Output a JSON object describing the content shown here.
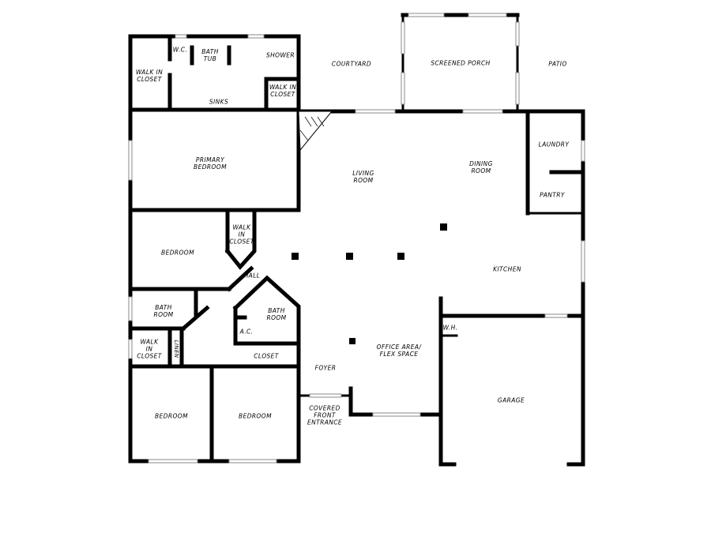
{
  "rooms": {
    "walk_in_closet_1": "WALK IN\nCLOSET",
    "wc": "W.C.",
    "bath_tub": "BATH\nTUB",
    "shower": "SHOWER",
    "walk_in_closet_2": "WALK IN\nCLOSET",
    "sinks": "SINKS",
    "courtyard": "COURTYARD",
    "screened_porch": "SCREENED PORCH",
    "patio": "PATIO",
    "primary_bedroom": "PRIMARY\nBEDROOM",
    "living_room": "LIVING\nROOM",
    "dining_room": "DINING\nROOM",
    "laundry": "LAUNDRY",
    "pantry": "PANTRY",
    "walk_in_closet_3": "WALK\nIN\nCLOSET",
    "bedroom_1": "BEDROOM",
    "hall": "HALL",
    "kitchen": "KITCHEN",
    "bath_room_1": "BATH\nROOM",
    "bath_room_2": "BATH\nROOM",
    "ac": "A.C.",
    "wh": "W.H.",
    "walk_in_closet_4": "WALK\nIN\nCLOSET",
    "linen": "LINEN",
    "closet": "CLOSET",
    "foyer": "FOYER",
    "office": "OFFICE AREA/\nFLEX SPACE",
    "garage": "GARAGE",
    "bedroom_2": "BEDROOM",
    "bedroom_3": "BEDROOM",
    "covered_entrance": "COVERED\nFRONT\nENTRANCE"
  }
}
